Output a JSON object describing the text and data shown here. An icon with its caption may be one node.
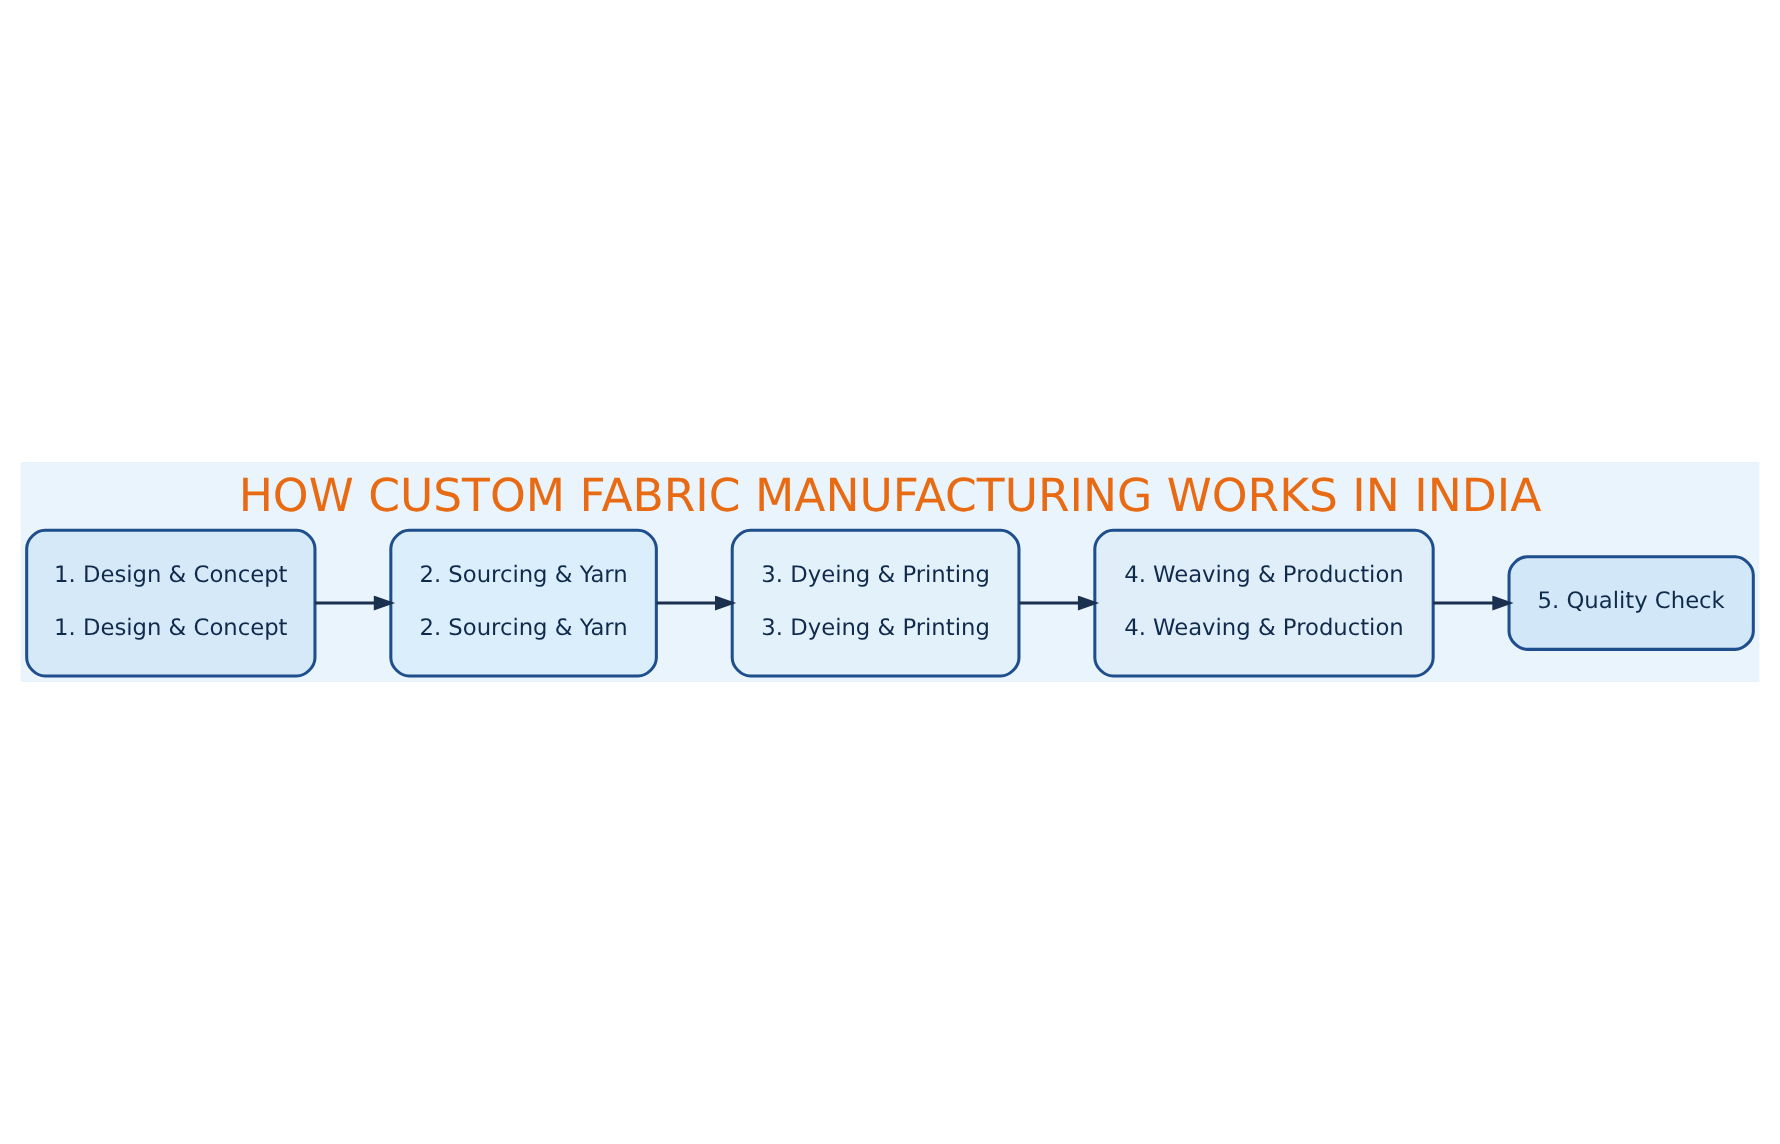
{
  "diagram": {
    "title": "HOW CUSTOM FABRIC MANUFACTURING WORKS IN INDIA",
    "nodes": [
      {
        "text": [
          "1. Design & Concept",
          "1. Design & Concept"
        ]
      },
      {
        "text": [
          "2. Sourcing & Yarn",
          "2. Sourcing & Yarn"
        ]
      },
      {
        "text": [
          "3. Dyeing & Printing",
          "3. Dyeing & Printing"
        ]
      },
      {
        "text": [
          "4. Weaving & Production",
          "4. Weaving & Production"
        ]
      },
      {
        "text": [
          "5. Quality Check"
        ]
      }
    ],
    "edges": [
      {
        "from": 0,
        "to": 1,
        "arrow": "to"
      },
      {
        "from": 1,
        "to": 2,
        "arrow": "to"
      },
      {
        "from": 2,
        "to": 3,
        "arrow": "to"
      },
      {
        "from": 3,
        "to": 4,
        "arrow": "to"
      }
    ]
  }
}
